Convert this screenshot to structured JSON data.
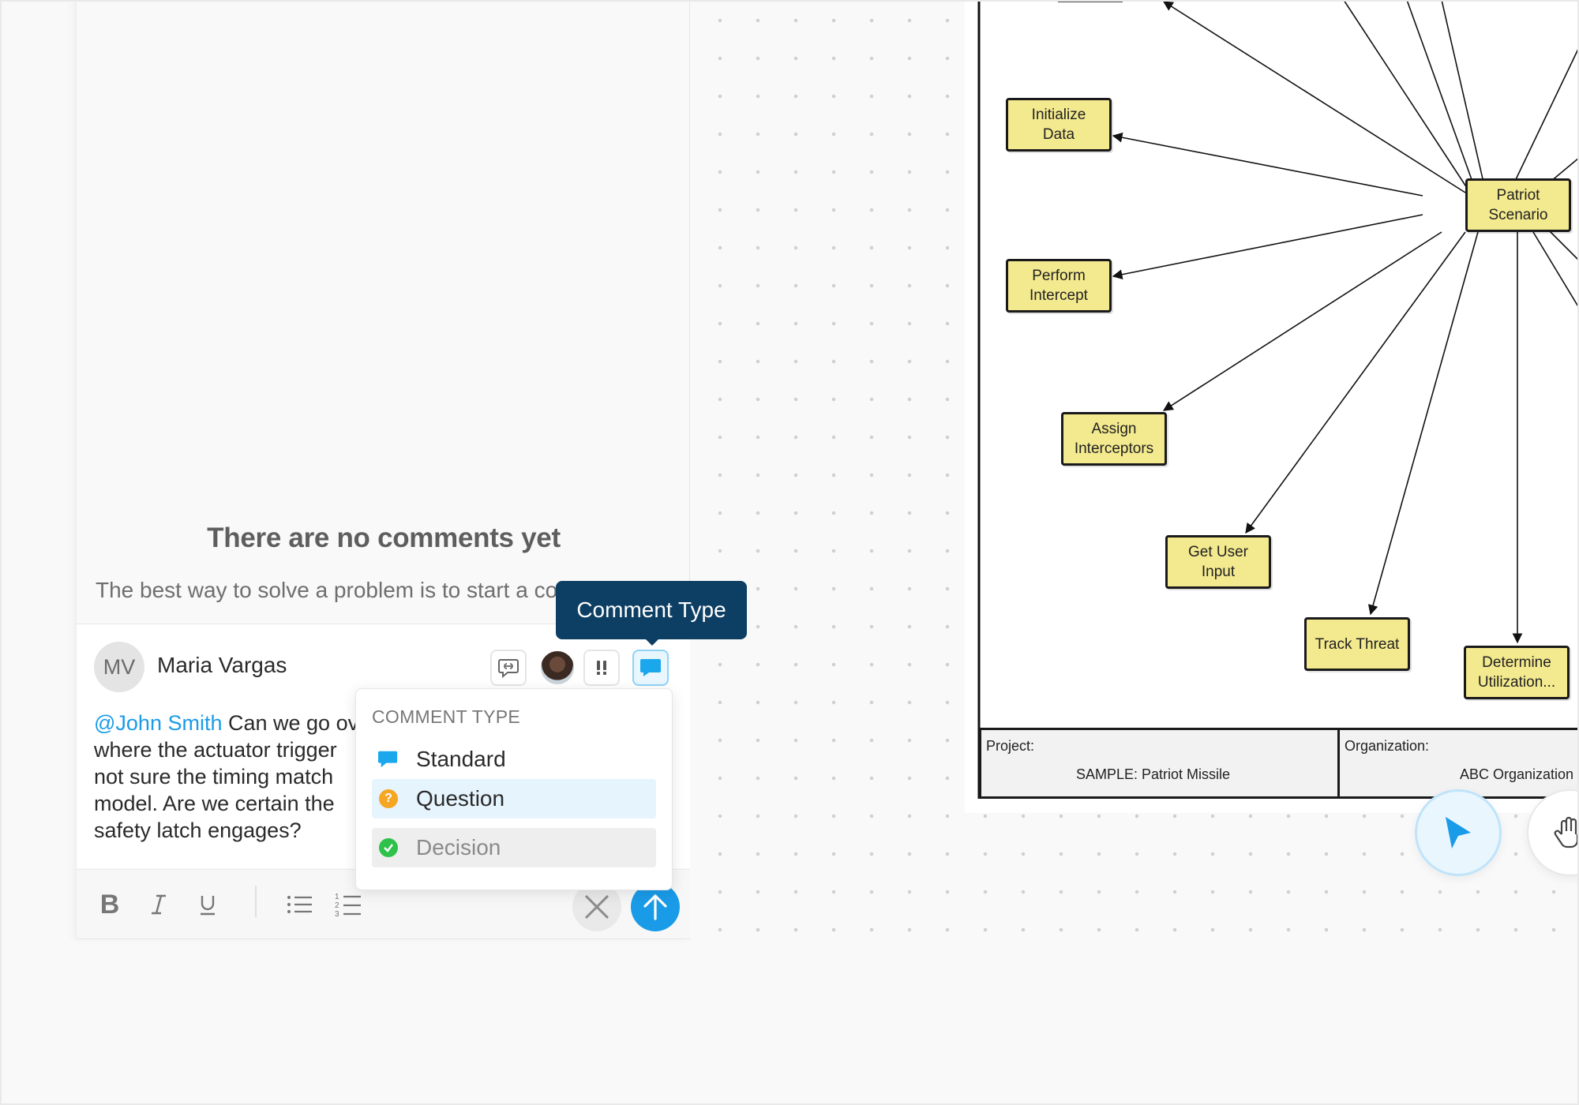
{
  "comments": {
    "empty_title": "There are no comments yet",
    "empty_subtitle": "The best way to solve a problem is to start a co",
    "composer": {
      "avatar_initials": "MV",
      "author": "Maria Vargas",
      "mention": "@John Smith",
      "lines": [
        " Can we go ov",
        "where the actuator trigger",
        "not sure the timing match",
        "model. Are we certain the",
        "safety latch engages?"
      ]
    },
    "toolbar_icons": [
      "link-comment-icon",
      "mention-user-avatar",
      "priority-icon",
      "comment-type-icon"
    ],
    "format_icons": [
      "bold-icon",
      "italic-icon",
      "underline-icon",
      "bullet-list-icon",
      "numbered-list-icon"
    ]
  },
  "tooltip": {
    "text": "Comment Type"
  },
  "comment_type_menu": {
    "header": "COMMENT TYPE",
    "options": [
      {
        "label": "Standard",
        "icon": "speech-bubble-icon",
        "color": "#1ba7ec"
      },
      {
        "label": "Question",
        "icon": "question-icon",
        "color": "#f5a623",
        "state": "hover"
      },
      {
        "label": "Decision",
        "icon": "check-circle-icon",
        "color": "#2ec24a",
        "state": "disabled"
      }
    ]
  },
  "diagram": {
    "nodes": {
      "initialize_data": "Initialize\nData",
      "perform_intercept": "Perform\nIntercept",
      "assign_interceptors": "Assign\nInterceptors",
      "get_user_input": "Get User\nInput",
      "track_threat": "Track Threat",
      "determine_utilization": "Determine\nUtilization...",
      "patriot_scenario": "Patriot\nScenario"
    },
    "title_block": {
      "project_label": "Project:",
      "project_value": "SAMPLE: Patriot Missile",
      "organization_label": "Organization:",
      "organization_value": "ABC Organization"
    },
    "colors": {
      "node_fill": "#f3e98e",
      "node_border": "#1a1a1a"
    }
  },
  "canvas_tools": [
    "select-pointer-icon",
    "pan-hand-icon"
  ]
}
